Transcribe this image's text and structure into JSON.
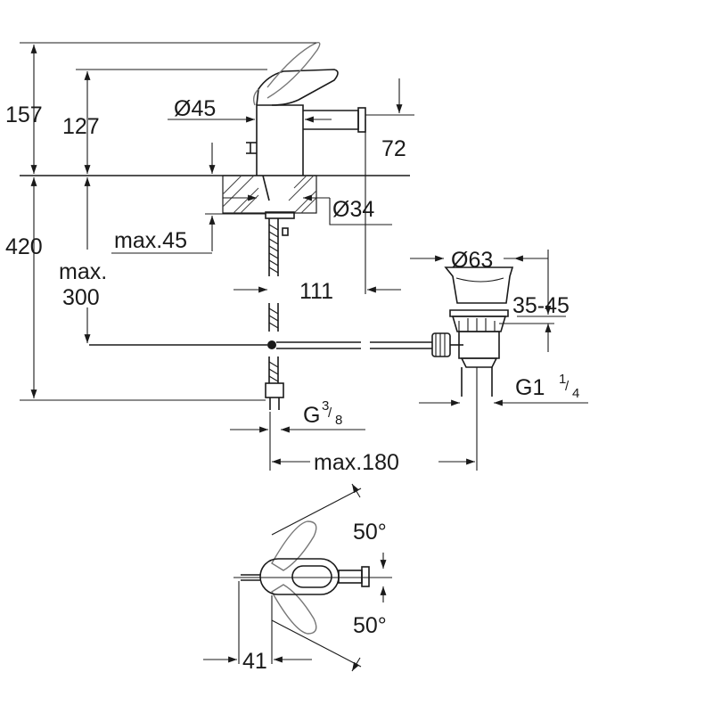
{
  "dimensions": {
    "d157": "157",
    "d127": "127",
    "d45": "Ø45",
    "d72": "72",
    "d34": "Ø34",
    "d420": "420",
    "dmax45": "max.45",
    "dmax_a": "max.",
    "dmax_b": "300",
    "d111": "111",
    "d63": "Ø63",
    "d3545": "35-45",
    "g114_main": "G1",
    "g114_num": "1",
    "g114_den": "4",
    "g38_main": "G",
    "g38_num": "3",
    "g38_den": "8",
    "dmax180": "max.180",
    "angle_top": "50°",
    "angle_bottom": "50°",
    "d41": "41"
  }
}
